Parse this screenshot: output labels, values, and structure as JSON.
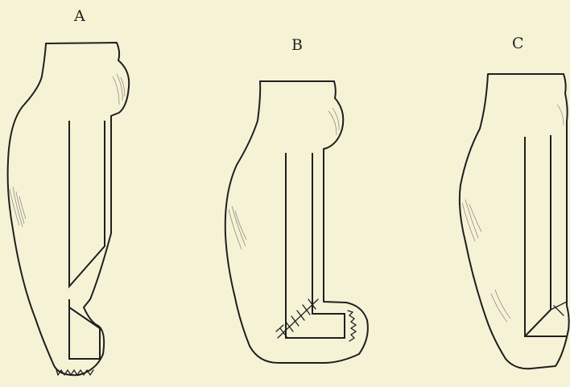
{
  "figure": {
    "panels": [
      {
        "id": "A",
        "label": "A"
      },
      {
        "id": "B",
        "label": "B"
      },
      {
        "id": "C",
        "label": "C"
      }
    ]
  }
}
